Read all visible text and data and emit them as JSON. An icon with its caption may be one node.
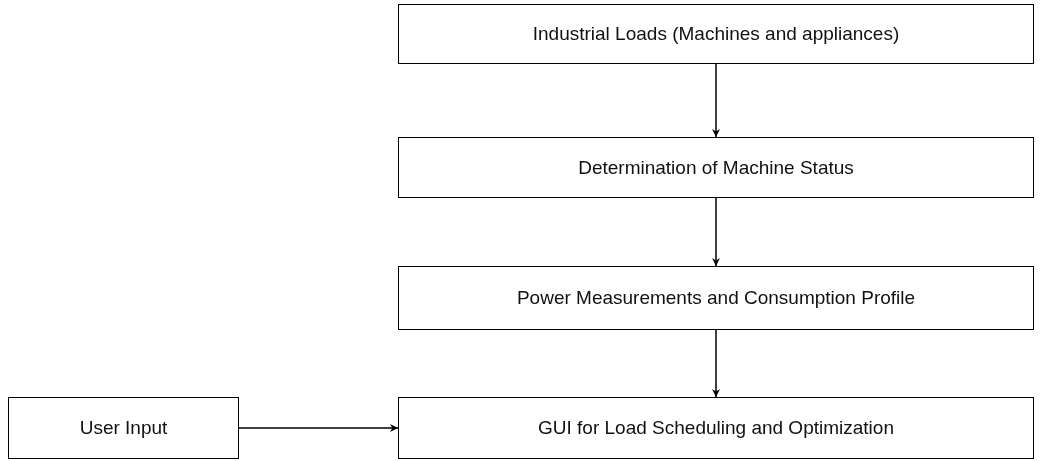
{
  "diagram": {
    "nodes": [
      {
        "text": [
          "Industrial Loads (Machines and appliances)"
        ]
      },
      {
        "text": [
          "Determination of Machine Status"
        ]
      },
      {
        "text": [
          "Power Measurements and Consumption Profile"
        ]
      },
      {
        "text": [
          "User Input"
        ]
      },
      {
        "text": [
          "GUI for Load Scheduling and Optimization"
        ]
      }
    ],
    "edges": [
      {
        "from": 0,
        "to": 1,
        "arrow": "to"
      },
      {
        "from": 1,
        "to": 2,
        "arrow": "to"
      },
      {
        "from": 2,
        "to": 4,
        "arrow": "to"
      },
      {
        "from": 3,
        "to": 4,
        "arrow": "to"
      }
    ]
  }
}
